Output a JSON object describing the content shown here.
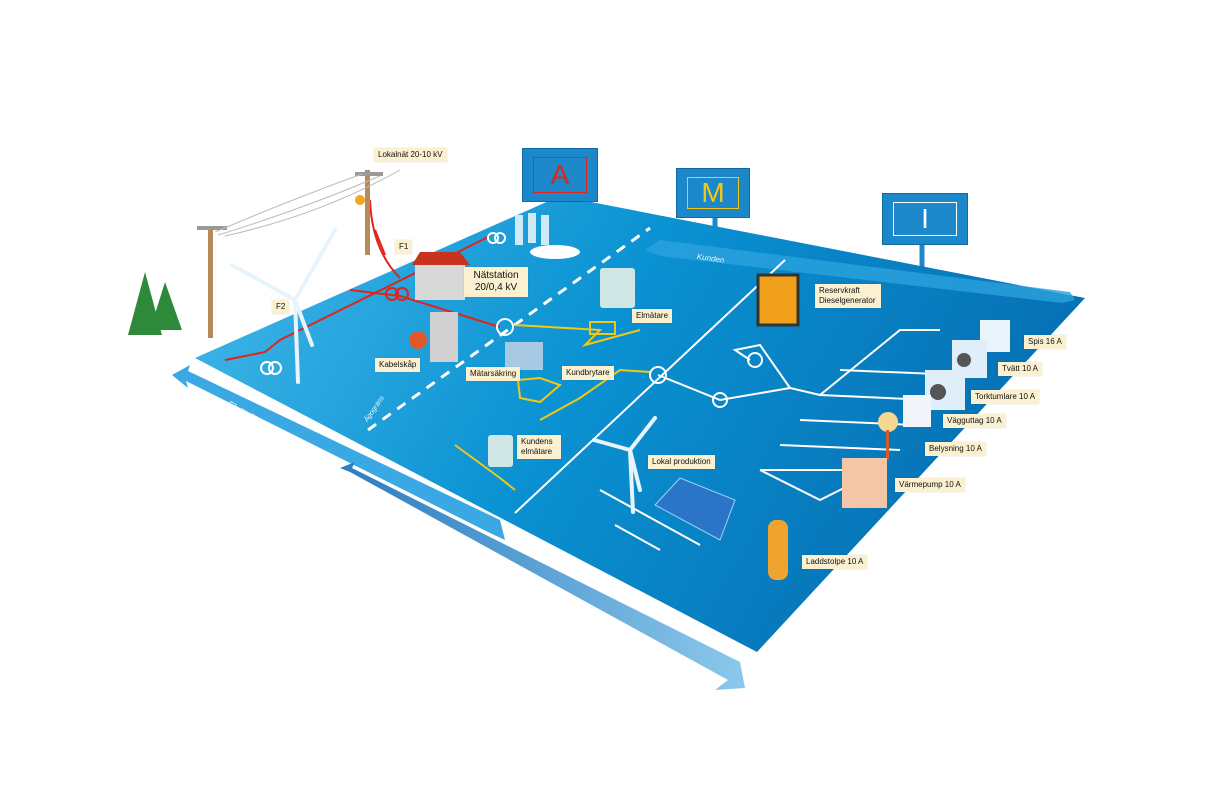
{
  "signs": {
    "a": "A",
    "m": "M",
    "i": "I"
  },
  "labels": {
    "lokalnat": "Lokalnät 20-10 kV",
    "f1": "F1",
    "f2": "F2",
    "natstation": "Nätstation 20/0,4 kV",
    "kabelskap": "Kabelskåp",
    "matarsakring": "Mätarsäkring",
    "kundbrytare": "Kundbrytare",
    "elmatare": "Elmätare",
    "kundens_elmatare": "Kundens elmätare",
    "lokal_produktion": "Lokal produktion",
    "reservkraft": "Reservkraft Dieselgenerator",
    "spis": "Spis 16 A",
    "tvatt": "Tvätt 10 A",
    "torktumlare": "Torktumlare 10 A",
    "vagguttag": "Vägguttag 10 A",
    "belysning": "Belysning 10 A",
    "varmepump": "Värmepump 10 A",
    "laddstolpe": "Laddstolpe 10 A"
  },
  "axes": {
    "elnatsforetag": "Elnätsföretag",
    "elinstallator": "Elinstallatör",
    "agograns": "Ägogräns",
    "kunden": "Kunden"
  },
  "colors": {
    "board": "#0a8fd0",
    "grid_red": "#e0241b",
    "grid_yellow": "#f2c814",
    "label_bg": "#fbf0cf",
    "sign_a": "#e0241b",
    "sign_m": "#f2c814",
    "sign_i": "#ffffff"
  }
}
